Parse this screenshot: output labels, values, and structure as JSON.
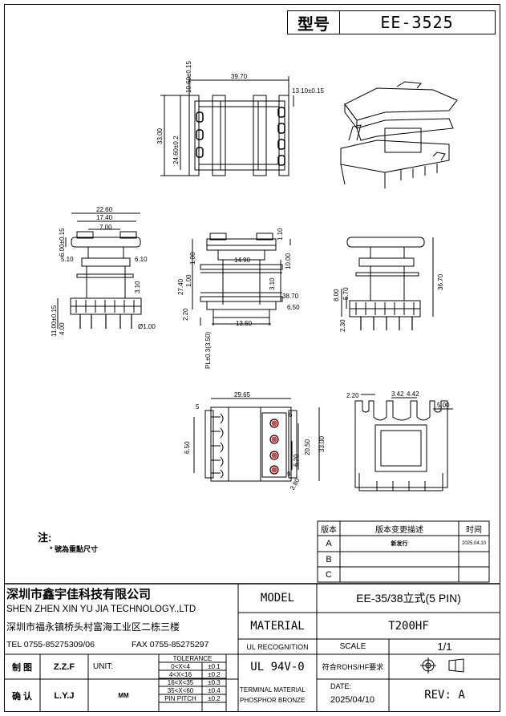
{
  "title": {
    "label": "型号",
    "model_code": "EE-3525"
  },
  "notes": {
    "title": "注:",
    "line1": "* 號為重點尺寸"
  },
  "revision_table": {
    "headers": [
      "版本",
      "版本变更描述",
      "时间"
    ],
    "rows": [
      {
        "ver": "A",
        "desc": "新发行",
        "date": "2025.04.10"
      },
      {
        "ver": "B",
        "desc": "",
        "date": ""
      },
      {
        "ver": "C",
        "desc": "",
        "date": ""
      }
    ]
  },
  "company": {
    "name_cn": "深圳市鑫宇佳科技有限公司",
    "name_en": "SHEN ZHEN XIN YU JIA TECHNOLOGY.,LTD",
    "address": "深圳市福永镇桥头村富海工业区二栋三楼",
    "tel": "TEL 0755-85275309/06",
    "fax": "FAX 0755-85275297"
  },
  "fields": {
    "model_label": "MODEL",
    "model_value": "EE-35/38立式(5 PIN)",
    "material_label": "MATERIAL",
    "material_value": "T200HF",
    "ul_label": "UL RECOGNITION",
    "ul_value": "UL 94V-0",
    "scale_label": "SCALE",
    "scale_value": "1/1",
    "rohs": "符合ROHS/HF要求",
    "terminal_label": "TERMINAL MATERIAL",
    "terminal_value": "PHOSPHOR BRONZE",
    "date_label": "DATE:",
    "date_value": "2025/04/10",
    "rev": "REV: A"
  },
  "signoff": {
    "made_label": "制 图",
    "made_by": "Z.Z.F",
    "check_label": "确 认",
    "check_by": "L.Y.J",
    "unit_label": "UNIT:",
    "unit_value": "MM"
  },
  "tolerance": {
    "title": "TOLERANCE",
    "rows": [
      {
        "range": "0<X<4",
        "tol": "±0.1"
      },
      {
        "range": "4<X<16",
        "tol": "±0.2"
      },
      {
        "range": "16<X<35",
        "tol": "±0.3"
      },
      {
        "range": "35<X<60",
        "tol": "±0.4"
      },
      {
        "range": "PIN PITCH",
        "tol": "±0.2"
      }
    ]
  },
  "dimensions": {
    "top": [
      "39.70",
      "10.60±0.15",
      "13.10±0.15",
      "33.00",
      "24.60±0.2"
    ],
    "side": [
      "22.60",
      "17.40",
      "7.00",
      "6.00±0.15",
      "5.10",
      "6.10",
      "3.10",
      "11.00±0.15",
      "4.00",
      "Ø1.00"
    ],
    "front": [
      "1.10",
      "14.90",
      "10.00",
      "27.40",
      "1.00",
      "1.00",
      "3.10",
      "38.70",
      "6.50",
      "2.20",
      "13.50",
      "PL±0.3(3.50)"
    ],
    "end": [
      "36.70",
      "8.00",
      "5.70",
      "2.30"
    ],
    "bottom": [
      "29.65",
      "6.50",
      "20.50",
      "6.20",
      "33.00",
      "3.80",
      "5",
      "6",
      "9"
    ],
    "slot": [
      "2.20",
      "3.42",
      "4.42",
      "5.00"
    ]
  }
}
